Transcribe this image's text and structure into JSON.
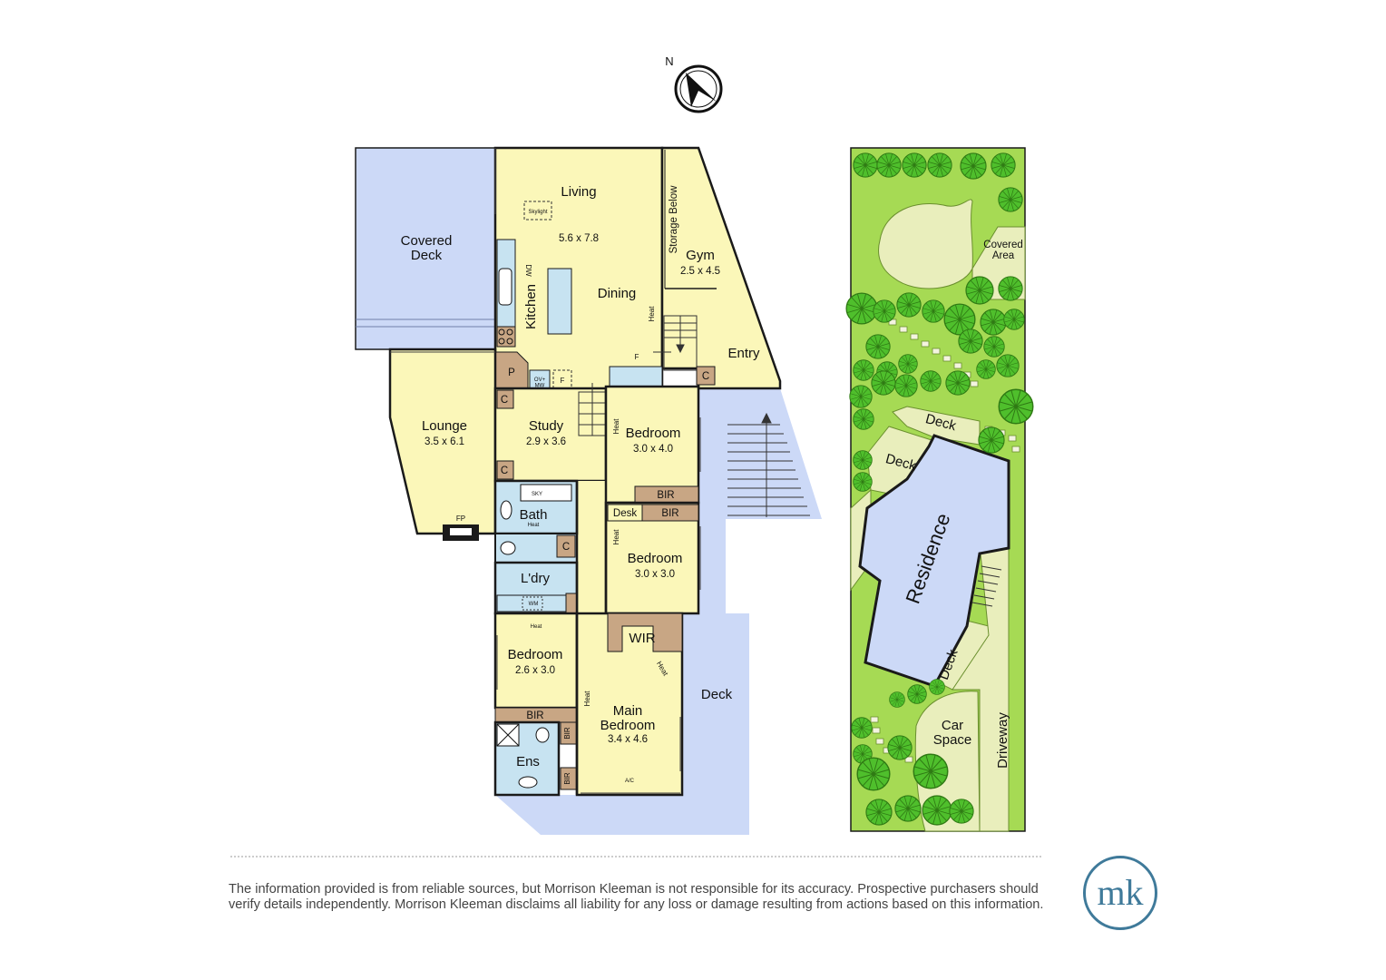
{
  "compass": {
    "north": "N"
  },
  "rooms": {
    "covered_deck": "Covered\nDeck",
    "living": "Living",
    "living_dim": "5.6 x 7.8",
    "skylight": "Skylight",
    "kitchen": "Kitchen",
    "dw": "DW",
    "dining": "Dining",
    "storage_below": "Storage Below",
    "gym": "Gym",
    "gym_dim": "2.5 x 4.5",
    "entry": "Entry",
    "pantry": "P",
    "ov_mw": "OV+\nMW",
    "fridge": "F",
    "lounge": "Lounge",
    "lounge_dim": "3.5 x 6.1",
    "fp": "FP",
    "study": "Study",
    "study_dim": "2.9 x 3.6",
    "bedroom": "Bedroom",
    "bed1_dim": "3.0 x 4.0",
    "bed2_dim": "3.0 x 3.0",
    "bed3_dim": "2.6 x 3.0",
    "bath": "Bath",
    "sky": "SKY",
    "laundry": "L'dry",
    "wm": "WM",
    "cupboard": "C",
    "bir": "BIR",
    "desk": "Desk",
    "wir": "WIR",
    "main_bedroom": "Main\nBedroom",
    "main_dim": "3.4 x 4.6",
    "ac": "A/C",
    "ens": "Ens",
    "deck": "Deck",
    "heat": "Heat"
  },
  "site": {
    "covered_area": "Covered\nArea",
    "deck": "Deck",
    "residence": "Residence",
    "car_space": "Car\nSpace",
    "driveway": "Driveway"
  },
  "disclaimer": "The information provided is from reliable sources, but Morrison Kleeman is not responsible for its accuracy. Prospective purchasers should verify details independently. Morrison Kleeman disclaims all liability for any loss or damage resulting from actions based on this information.",
  "logo": "mk",
  "colors": {
    "room": "#fbf7b9",
    "deck": "#ccd9f7",
    "wet": "#c7e3f1",
    "joinery": "#c8a684",
    "wall": "#1a1a1a",
    "site_green": "#a6da54",
    "site_lawn": "#e9eebc",
    "tree": "#4fbf2c",
    "brand": "#3f7a9a"
  }
}
